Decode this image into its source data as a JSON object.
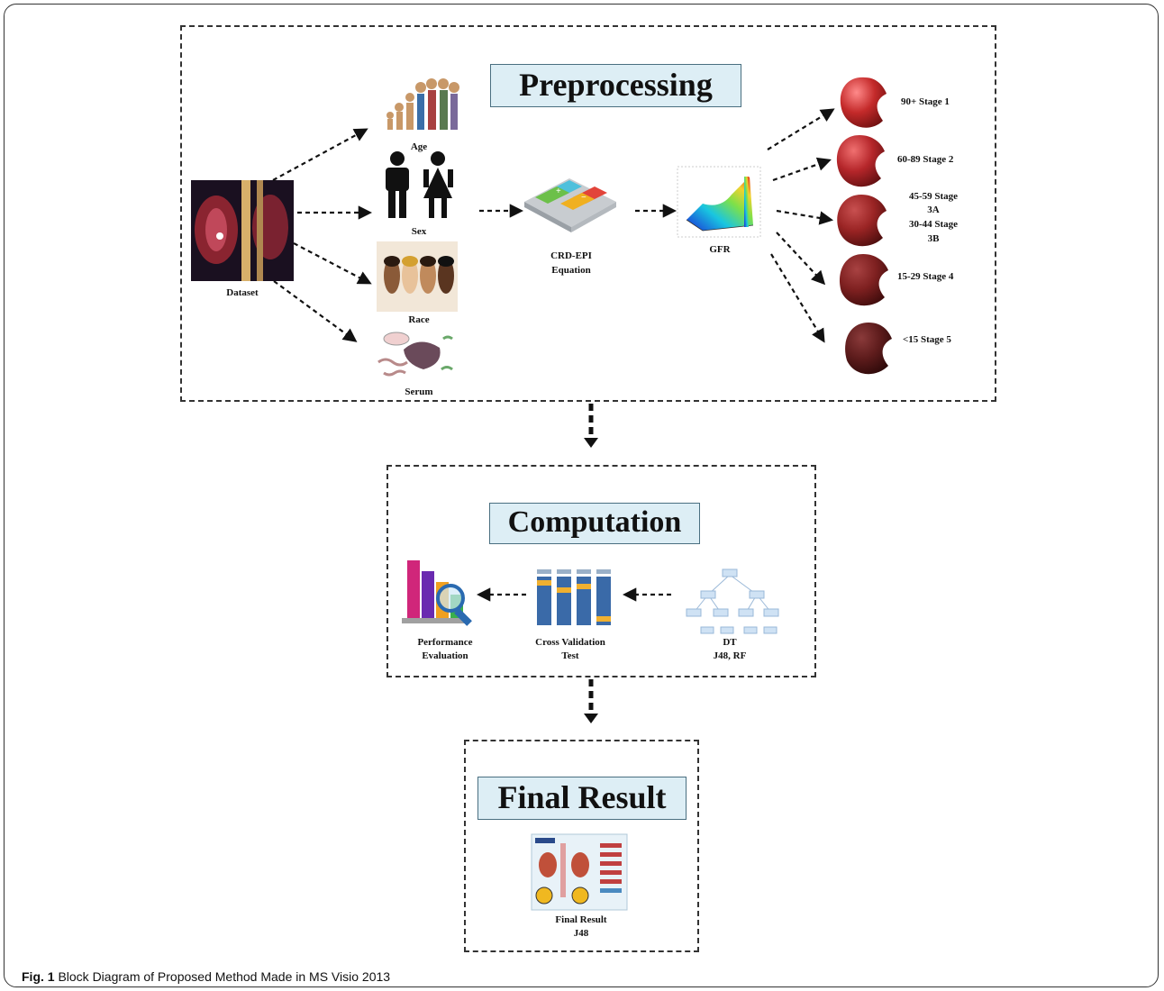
{
  "preprocessing": {
    "title": "Preprocessing",
    "inputs": {
      "dataset": "Dataset",
      "age": "Age",
      "sex": "Sex",
      "race": "Race",
      "serum": "Serum"
    },
    "equation_line1": "CRD-EPI",
    "equation_line2": "Equation",
    "gfr": "GFR",
    "stages": [
      {
        "line1": "90+ Stage 1",
        "line2": ""
      },
      {
        "line1": "60-89 Stage 2",
        "line2": ""
      },
      {
        "line1": "45-59 Stage",
        "line2": "3A",
        "line3": "30-44 Stage",
        "line4": "3B"
      },
      {
        "line1": "15-29 Stage 4",
        "line2": ""
      },
      {
        "line1": "<15 Stage 5",
        "line2": ""
      }
    ],
    "kidney_colors": [
      "#c42a2a",
      "#b5262a",
      "#9a2424",
      "#7e2020",
      "#5e1c1c"
    ]
  },
  "computation": {
    "title": "Computation",
    "performance_line1": "Performance",
    "performance_line2": "Evaluation",
    "cv_line1": "Cross Validation",
    "cv_line2": "Test",
    "dt_line1": "DT",
    "dt_line2": "J48, RF"
  },
  "final": {
    "title": "Final Result",
    "label_line1": "Final Result",
    "label_line2": "J48"
  },
  "caption": {
    "bold": "Fig. 1",
    "text": " Block Diagram of Proposed Method Made in MS Visio 2013"
  }
}
